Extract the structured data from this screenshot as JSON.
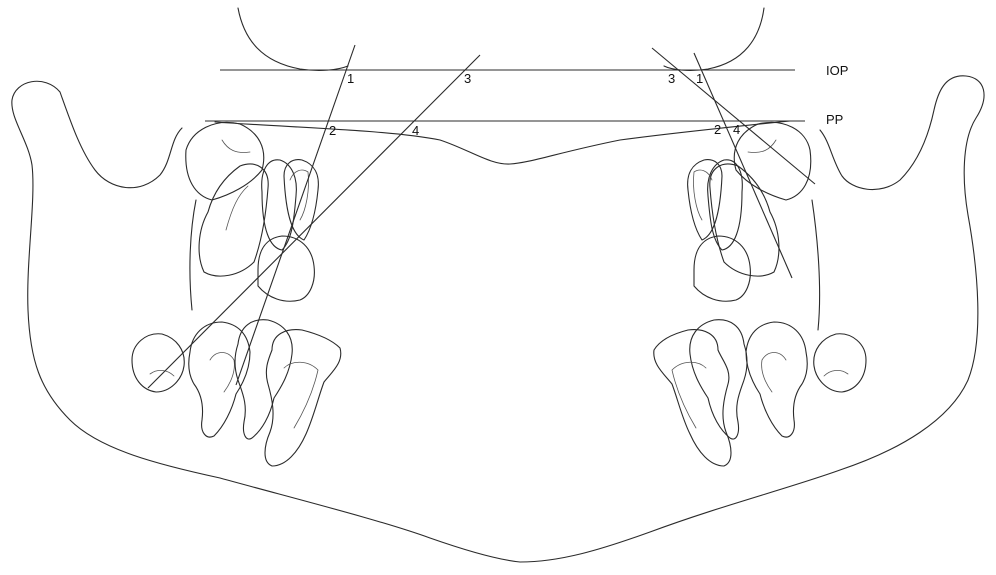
{
  "planes": {
    "iop": "IOP",
    "pp": "PP"
  },
  "left_markers": {
    "iop_1": "1",
    "iop_3": "3",
    "pp_2": "2",
    "pp_4": "4"
  },
  "right_markers": {
    "iop_3": "3",
    "iop_1": "1",
    "pp_2": "2",
    "pp_4": "4"
  },
  "colors": {
    "stroke": "#2b2b2b",
    "background": "#ffffff"
  }
}
